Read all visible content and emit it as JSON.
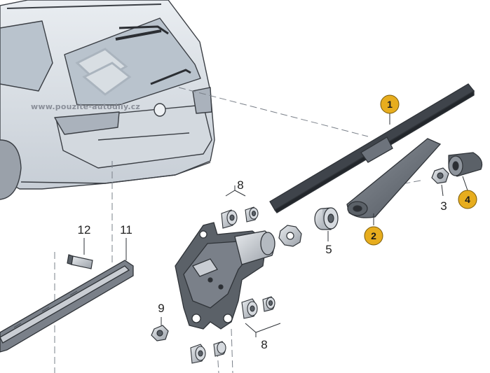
{
  "watermark": "www.pouzite-autodily.cz",
  "callouts": {
    "c1": "1",
    "c2": "2",
    "c3": "3",
    "c4": "4",
    "c5": "5",
    "c8a": "8",
    "c8b": "8",
    "c9": "9",
    "c11": "11",
    "c12": "12"
  },
  "colors": {
    "badge_yellow": "#e7ad1e",
    "badge_outline": "#7a5a08",
    "part_fill": "#c9cdd3",
    "part_dark": "#6d737c",
    "outline": "#3b3f45",
    "car_fill": "#dde2e8"
  }
}
